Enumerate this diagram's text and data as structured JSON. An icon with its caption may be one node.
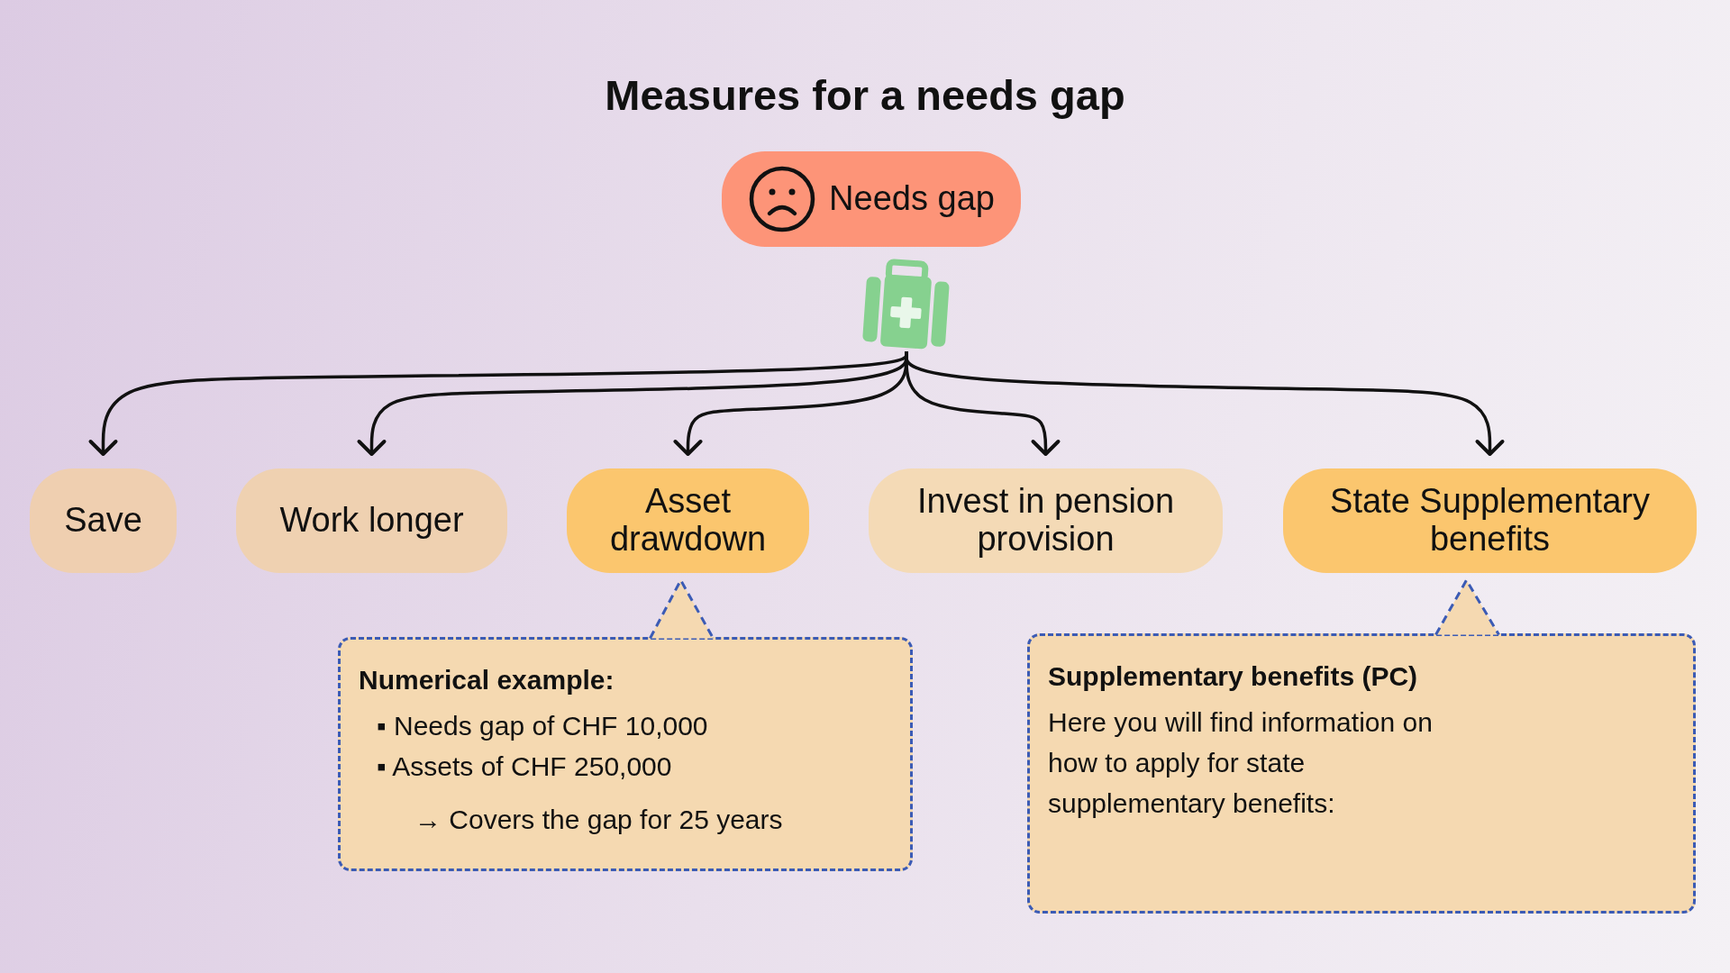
{
  "diagram": {
    "title": "Measures for a needs gap",
    "nodes": [
      {
        "text": [
          "Needs gap"
        ]
      },
      {
        "text": [],
        "shape": "picture"
      },
      {
        "text": [
          "Save"
        ]
      },
      {
        "text": [
          "Work longer"
        ]
      },
      {
        "text": [
          "Asset drawdown"
        ]
      },
      {
        "text": [
          "Invest in pension provision"
        ]
      },
      {
        "text": [
          "State Supplementary benefits"
        ]
      },
      {
        "text": [
          "Numerical example:",
          "▪ Needs gap of CHF 10,000",
          "▪ Assets of CHF 250,000",
          "→ Covers the gap for 25 years"
        ]
      },
      {
        "text": [
          "Supplementary benefits (PC)",
          "Here you will find information on how to apply for state supplementary benefits:"
        ]
      }
    ],
    "edges": [
      {
        "from": 1,
        "to": 2,
        "arrow": "to"
      },
      {
        "from": 1,
        "to": 3,
        "arrow": "to"
      },
      {
        "from": 1,
        "to": 4,
        "arrow": "to"
      },
      {
        "from": 1,
        "to": 5,
        "arrow": "to"
      },
      {
        "from": 1,
        "to": 6,
        "arrow": "to"
      },
      {
        "from": 7,
        "to": 4,
        "arrow": "to",
        "style": "dashed",
        "color": "#3b5bb5"
      },
      {
        "from": 8,
        "to": 6,
        "arrow": "to",
        "style": "dashed",
        "color": "#3b5bb5"
      }
    ]
  }
}
